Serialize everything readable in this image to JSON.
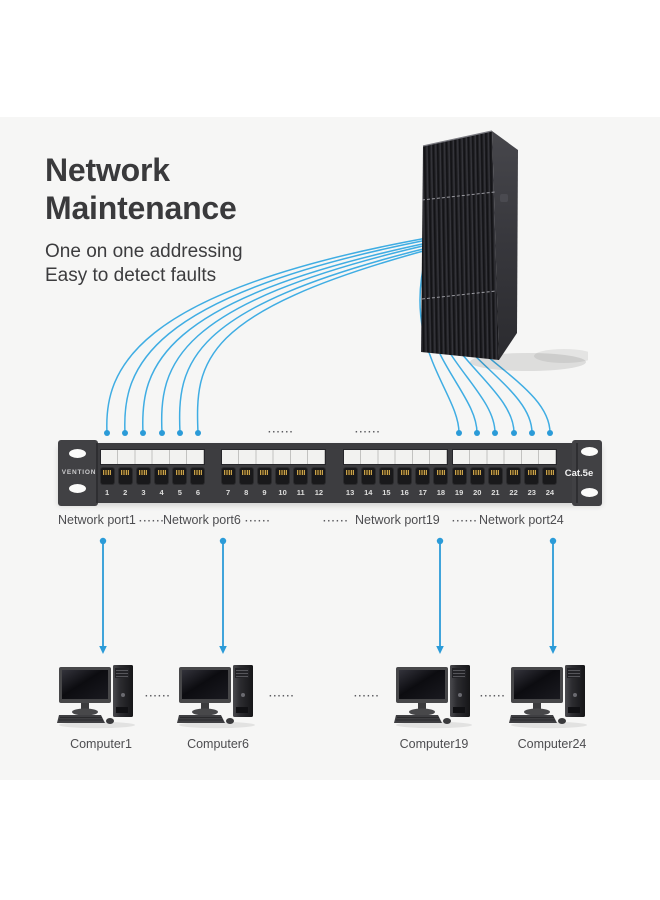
{
  "header": {
    "title_line1": "Network",
    "title_line2": "Maintenance",
    "subtitle_line1": "One on one addressing",
    "subtitle_line2": "Easy to detect faults"
  },
  "colors": {
    "background_band": "#f6f6f5",
    "cable_blue": "#3fadе3",
    "arrow_blue": "#2b9bd8",
    "panel_body": "#3d3d40",
    "jack_gold": "#c9a24b",
    "title_text": "#3a3a3c",
    "label_text": "#4d4d50"
  },
  "separator_dots": "······",
  "panel": {
    "brand": "VENTION",
    "category_label": "Cat.5e",
    "ports": [
      "1",
      "2",
      "3",
      "4",
      "5",
      "6",
      "7",
      "8",
      "9",
      "10",
      "11",
      "12",
      "13",
      "14",
      "15",
      "16",
      "17",
      "18",
      "19",
      "20",
      "21",
      "22",
      "23",
      "24"
    ]
  },
  "port_labels": [
    {
      "label": "Network port1"
    },
    {
      "label": "Network port6"
    },
    {
      "label": "Network port19"
    },
    {
      "label": "Network port24"
    }
  ],
  "computer_labels": [
    {
      "label": "Computer1"
    },
    {
      "label": "Computer6"
    },
    {
      "label": "Computer19"
    },
    {
      "label": "Computer24"
    }
  ]
}
